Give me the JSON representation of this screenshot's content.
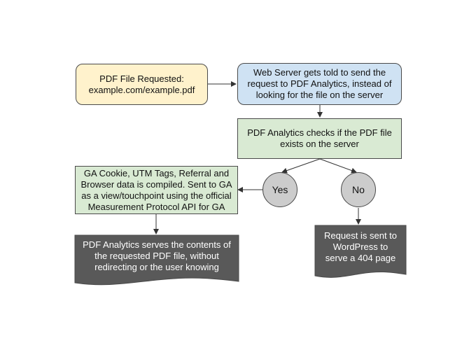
{
  "diagram": {
    "nodes": {
      "requested": {
        "text": "PDF File Requested:\nexample.com/example.pdf",
        "fill": "#fff2cc"
      },
      "webserver": {
        "text": "Web Server gets told to send the\nrequest to PDF Analytics, instead of\nlooking for the file on the server",
        "fill": "#cfe2f3"
      },
      "check": {
        "text": "PDF Analytics checks if the PDF file\nexists on the server",
        "fill": "#d9ead3"
      },
      "compiled": {
        "text": "GA Cookie, UTM Tags, Referral and\nBrowser data is compiled. Sent to GA\nas a view/touchpoint using the official\nMeasurement Protocol API for GA",
        "fill": "#d9ead3"
      },
      "yes": {
        "text": "Yes",
        "fill": "#cccccc"
      },
      "no": {
        "text": "No",
        "fill": "#cccccc"
      },
      "serves": {
        "text": "PDF Analytics serves the contents of\nthe requested PDF file, without\nredirecting or the user knowing",
        "fill": "#595959"
      },
      "notfound": {
        "text": "Request is sent to\nWordPress to\nserve a 404 page",
        "fill": "#595959"
      }
    },
    "colors": {
      "stroke": "#4a4a4a",
      "arrow": "#333333",
      "doc_text": "#ffffff"
    }
  }
}
